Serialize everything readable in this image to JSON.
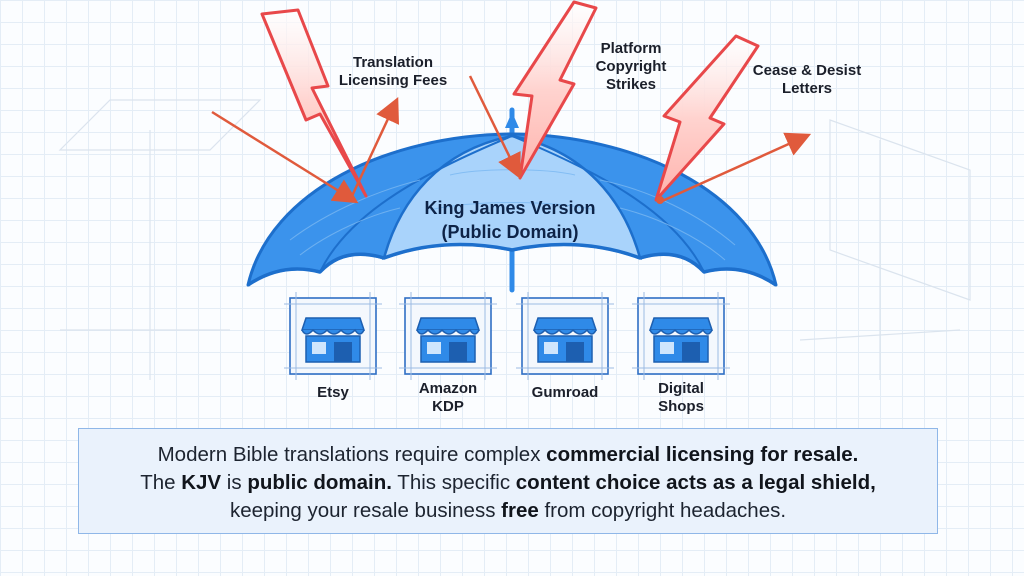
{
  "threats": [
    {
      "lines": [
        "Translation",
        "Licensing Fees"
      ]
    },
    {
      "lines": [
        "Platform",
        "Copyright",
        "Strikes"
      ]
    },
    {
      "lines": [
        "Cease & Desist",
        "Letters"
      ]
    }
  ],
  "umbrella": {
    "title_line1": "King James Version",
    "title_line2": "(Public Domain)"
  },
  "shops": [
    {
      "lines": [
        "Etsy"
      ]
    },
    {
      "lines": [
        "Amazon",
        "KDP"
      ]
    },
    {
      "lines": [
        "Gumroad"
      ]
    },
    {
      "lines": [
        "Digital",
        "Shops"
      ]
    }
  ],
  "explanation": {
    "line1": [
      {
        "text": "Modern Bible translations require complex ",
        "bold": false
      },
      {
        "text": "commercial licensing for resale.",
        "bold": true
      }
    ],
    "line2": [
      {
        "text": "The ",
        "bold": false
      },
      {
        "text": "KJV",
        "bold": true
      },
      {
        "text": " is ",
        "bold": false
      },
      {
        "text": "public domain.",
        "bold": true
      },
      {
        "text": " This specific ",
        "bold": false
      },
      {
        "text": "content choice acts as a legal shield,",
        "bold": true
      }
    ],
    "line3": [
      {
        "text": "keeping your resale business ",
        "bold": false
      },
      {
        "text": "free",
        "bold": true
      },
      {
        "text": " from copyright headaches.",
        "bold": false
      }
    ]
  },
  "colors": {
    "umbrella": "#2f8ae8",
    "umbrella_light": "#a9d3fb",
    "bolt": "#e8484a",
    "arrow": "#e05a3c",
    "box": "#eaf2fc"
  },
  "icons": [
    "lightning-bolt-icon",
    "storefront-icon",
    "umbrella-icon",
    "deflect-arrow-icon"
  ]
}
